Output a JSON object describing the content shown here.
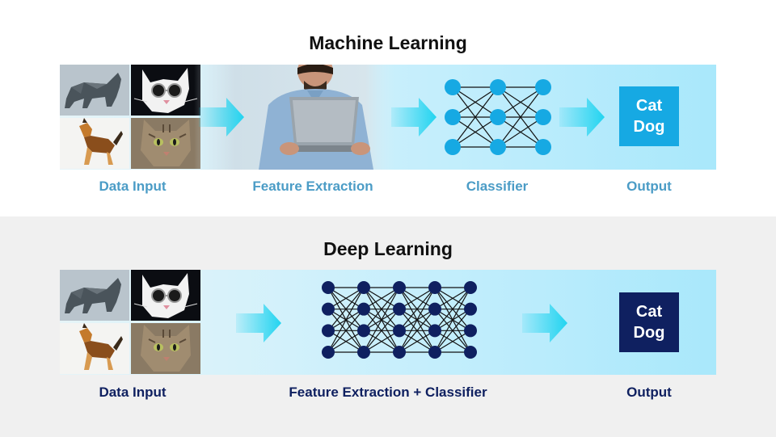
{
  "machine_learning": {
    "title": "Machine Learning",
    "labels": {
      "data_input": "Data Input",
      "feature_extraction": "Feature Extraction",
      "classifier": "Classifier",
      "output": "Output"
    },
    "output": {
      "line1": "Cat",
      "line2": "Dog"
    }
  },
  "deep_learning": {
    "title": "Deep Learning",
    "labels": {
      "data_input": "Data Input",
      "feature_classifier": "Feature Extraction + Classifier",
      "output": "Output"
    },
    "output": {
      "line1": "Cat",
      "line2": "Dog"
    }
  },
  "colors": {
    "ml_accent": "#16a9e3",
    "ml_label": "#4b9cc6",
    "dl_accent": "#0f2060",
    "arrow": "#22d4f0",
    "node_ml": "#16a9e3",
    "node_dl": "#0f2060"
  },
  "networks": {
    "ml_layers": [
      3,
      3,
      3
    ],
    "dl_layers": [
      4,
      4,
      4,
      4,
      4
    ]
  }
}
